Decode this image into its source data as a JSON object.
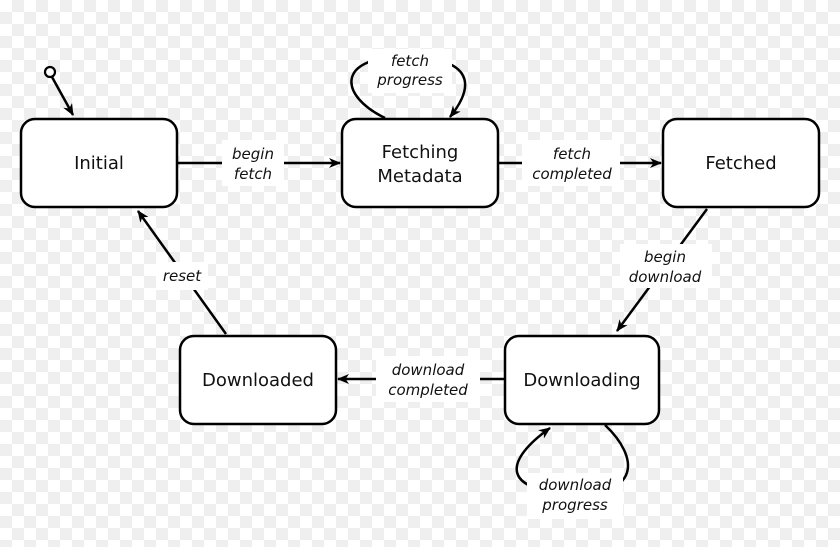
{
  "states": {
    "initial": "Initial",
    "fetching_line1": "Fetching",
    "fetching_line2": "Metadata",
    "fetched": "Fetched",
    "downloading": "Downloading",
    "downloaded": "Downloaded"
  },
  "transitions": {
    "begin_fetch": [
      "begin",
      "fetch"
    ],
    "fetch_progress": [
      "fetch",
      "progress"
    ],
    "fetch_completed": [
      "fetch",
      "completed"
    ],
    "begin_download": [
      "begin",
      "download"
    ],
    "download_completed": [
      "download",
      "completed"
    ],
    "download_progress": [
      "download",
      "progress"
    ],
    "reset": [
      "reset"
    ]
  }
}
